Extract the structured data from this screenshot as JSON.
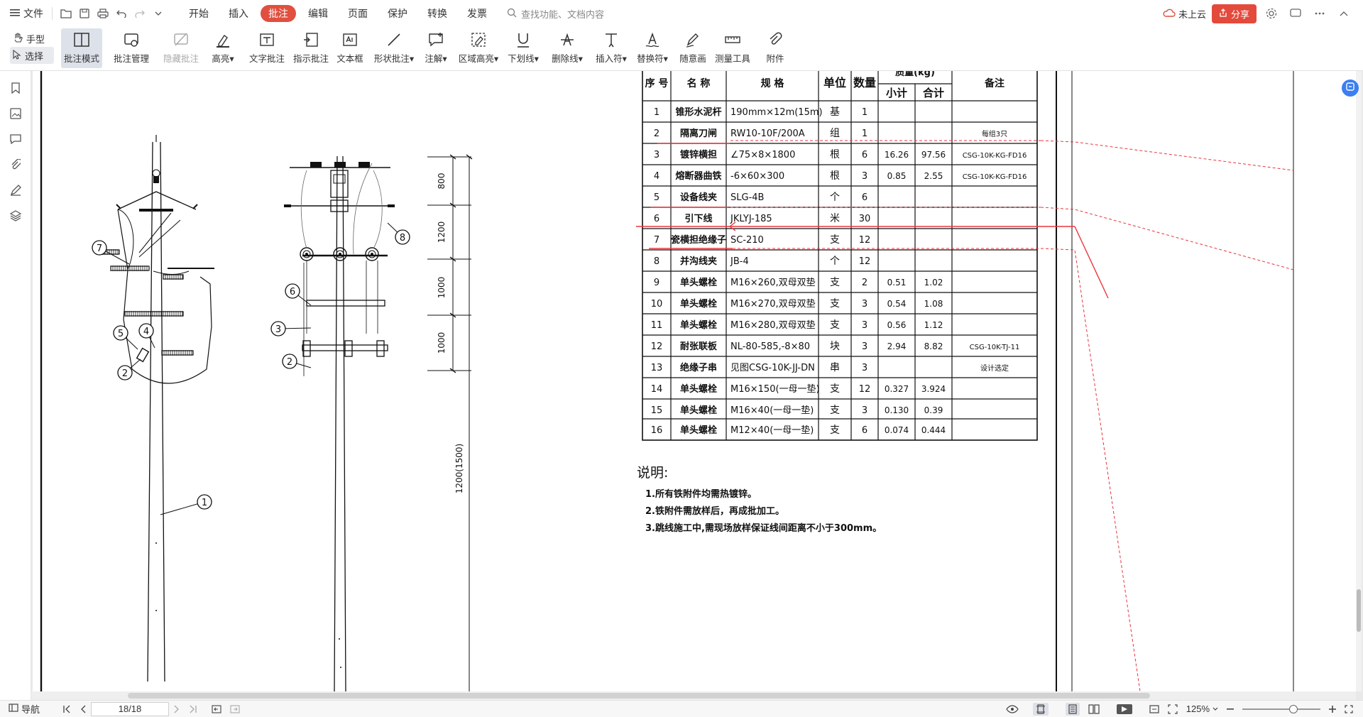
{
  "menu": {
    "file": "文件",
    "tabs": [
      "开始",
      "插入",
      "批注",
      "编辑",
      "页面",
      "保护",
      "转换",
      "发票"
    ],
    "active_tab": "批注",
    "search": "查找功能、文档内容",
    "cloud": "未上云",
    "share": "分享"
  },
  "ribbon": {
    "hand": "手型",
    "select": "选择",
    "buttons": [
      "批注模式",
      "批注管理",
      "隐藏批注",
      "高亮",
      "文字批注",
      "指示批注",
      "文本框",
      "形状批注",
      "注解",
      "区域高亮",
      "下划线",
      "删除线",
      "插入符",
      "替换符",
      "随意画",
      "测量工具",
      "附件"
    ]
  },
  "table": {
    "headers": {
      "no": "序 号",
      "name": "名 称",
      "spec": "规 格",
      "unit": "单位",
      "qty": "数量",
      "mass": "质量(kg)",
      "sub": "小计",
      "total": "合计",
      "note": "备注"
    },
    "rows": [
      [
        "1",
        "锥形水泥杆",
        "190mm×12m(15m)",
        "基",
        "1",
        "",
        "",
        ""
      ],
      [
        "2",
        "隔离刀闸",
        "RW10-10F/200A",
        "组",
        "1",
        "",
        "",
        "每组3只"
      ],
      [
        "3",
        "镀锌横担",
        "∠75×8×1800",
        "根",
        "6",
        "16.26",
        "97.56",
        "CSG-10K-KG-FD16"
      ],
      [
        "4",
        "熔断器曲铁",
        "-6×60×300",
        "根",
        "3",
        "0.85",
        "2.55",
        "CSG-10K-KG-FD16"
      ],
      [
        "5",
        "设备线夹",
        "SLG-4B",
        "个",
        "6",
        "",
        "",
        ""
      ],
      [
        "6",
        "引下线",
        "JKLYJ-185",
        "米",
        "30",
        "",
        "",
        ""
      ],
      [
        "7",
        "瓷横担绝缘子",
        "SC-210",
        "支",
        "12",
        "",
        "",
        ""
      ],
      [
        "8",
        "并沟线夹",
        "JB-4",
        "个",
        "12",
        "",
        "",
        ""
      ],
      [
        "9",
        "单头螺栓",
        "M16×260,双母双垫",
        "支",
        "2",
        "0.51",
        "1.02",
        ""
      ],
      [
        "10",
        "单头螺栓",
        "M16×270,双母双垫",
        "支",
        "3",
        "0.54",
        "1.08",
        ""
      ],
      [
        "11",
        "单头螺栓",
        "M16×280,双母双垫",
        "支",
        "3",
        "0.56",
        "1.12",
        ""
      ],
      [
        "12",
        "耐张联板",
        "NL-80-585,-8×80",
        "块",
        "3",
        "2.94",
        "8.82",
        "CSG-10K-TJ-11"
      ],
      [
        "13",
        "绝缘子串",
        "见图CSG-10K-JJ-DN",
        "串",
        "3",
        "",
        "",
        "设计选定"
      ],
      [
        "14",
        "单头螺栓",
        "M16×150(一母一垫)",
        "支",
        "12",
        "0.327",
        "3.924",
        ""
      ],
      [
        "15",
        "单头螺栓",
        "M16×40(一母一垫)",
        "支",
        "3",
        "0.130",
        "0.39",
        ""
      ],
      [
        "16",
        "单头螺栓",
        "M12×40(一母一垫)",
        "支",
        "6",
        "0.074",
        "0.444",
        ""
      ]
    ]
  },
  "notes": {
    "title": "说明:",
    "lines": [
      "1.所有铁附件均需热镀锌。",
      "2.铁附件需放样后，再成批加工。",
      "3.跳线施工中,需现场放样保证线间距离不小于300mm。"
    ]
  },
  "drawing": {
    "labels": [
      "1",
      "2",
      "3",
      "4",
      "5",
      "6",
      "7",
      "8"
    ],
    "dims": [
      "800",
      "1200",
      "1000",
      "1000",
      "1200(1500)"
    ]
  },
  "status": {
    "nav": "导航",
    "page": "18/18",
    "zoom": "125%"
  },
  "colors": {
    "accent": "#e04f3f",
    "markup": "#e8363c"
  }
}
